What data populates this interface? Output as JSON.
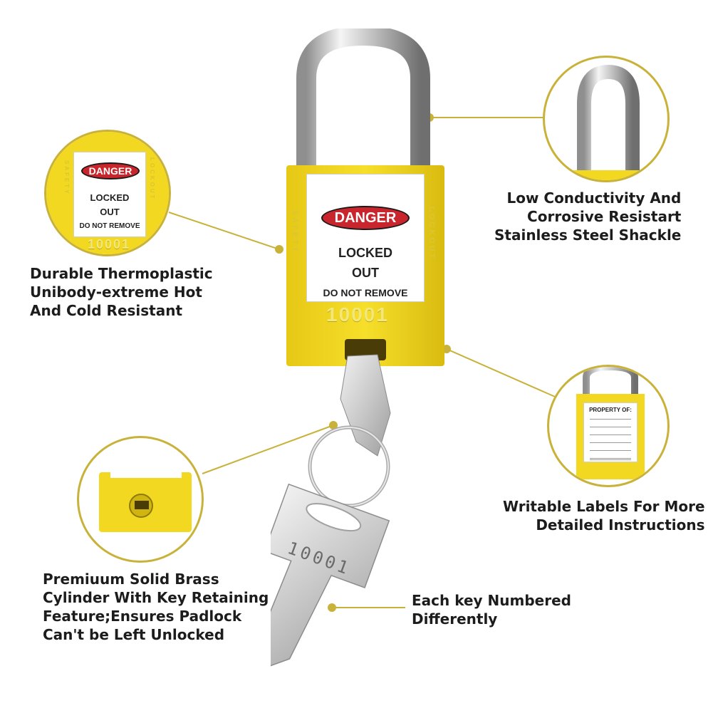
{
  "colors": {
    "accent": "#c9b23a",
    "lock_body": "#f2d821",
    "danger_red": "#c9252c"
  },
  "padlock": {
    "danger": "DANGER",
    "line1": "LOCKED",
    "line2": "OUT",
    "line3": "DO NOT REMOVE",
    "number": "10001",
    "side_left": "SAFETY",
    "side_right": "LOCKOUT"
  },
  "key": {
    "number": "10001"
  },
  "inset_label": {
    "danger": "DANGER",
    "line1": "LOCKED",
    "line2": "OUT",
    "line3": "DO NOT REMOVE",
    "number": "10001",
    "side_left": "SAFETY",
    "side_right": "LOCKOUT"
  },
  "inset_property": {
    "title": "PROPERTY OF:"
  },
  "features": {
    "shackle": [
      "Low Conductivity And",
      "Corrosive Resistart",
      "Stainless Steel Shackle"
    ],
    "body": [
      "Durable Thermoplastic",
      "Unibody-extreme Hot",
      "And Cold Resistant"
    ],
    "labels": [
      "Writable Labels For More",
      "Detailed Instructions"
    ],
    "cylinder": [
      "Premiuum Solid Brass",
      "Cylinder With Key Retaining",
      "Feature;Ensures Padlock",
      "Can't be Left Unlocked"
    ],
    "key": [
      "Each key Numbered",
      "Differently"
    ]
  }
}
